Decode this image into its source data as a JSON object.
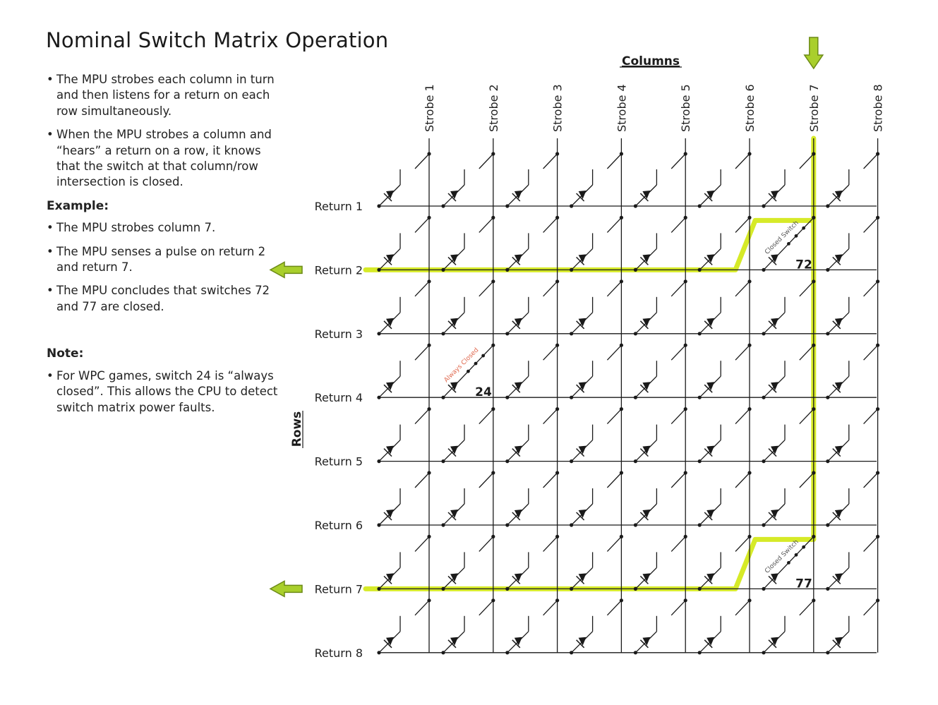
{
  "title": "Nominal Switch Matrix Operation",
  "intro_bullets": [
    "The MPU strobes each column in turn and then listens for a return on each row simultaneously.",
    "When the MPU strobes a column and “hears” a return on a row, it knows that the switch at that column/row intersection is closed."
  ],
  "example": {
    "heading": "Example:",
    "bullets": [
      "The MPU strobes column 7.",
      "The MPU senses a pulse on return 2 and return 7.",
      "The MPU concludes that switches 72 and 77 are closed."
    ]
  },
  "note": {
    "heading": "Note:",
    "bullets": [
      "For WPC games, switch 24 is “always closed”. This allows the CPU to detect switch matrix power faults."
    ]
  },
  "diagram": {
    "columns_label": "Columns",
    "rows_label": "Rows",
    "columns": [
      "Strobe 1",
      "Strobe 2",
      "Strobe 3",
      "Strobe 4",
      "Strobe 5",
      "Strobe 6",
      "Strobe 7",
      "Strobe 8"
    ],
    "rows": [
      "Return 1",
      "Return 2",
      "Return 3",
      "Return 4",
      "Return 5",
      "Return 6",
      "Return 7",
      "Return 8"
    ],
    "strobed_column": 7,
    "sensed_rows": [
      2,
      7
    ],
    "closed_switches": [
      {
        "col": 7,
        "row": 2,
        "number": "72",
        "caption": "Closed Switch"
      },
      {
        "col": 7,
        "row": 7,
        "number": "77",
        "caption": "Closed Switch"
      },
      {
        "col": 2,
        "row": 4,
        "number": "24",
        "caption": "Always Closed"
      }
    ],
    "colors": {
      "highlight": "#d6ea28",
      "arrow_fill": "#a9cf2c",
      "arrow_stroke": "#6c8a16",
      "wire": "#1a1a1a",
      "always_closed_caption": "#e06a50",
      "closed_caption": "#555555"
    }
  }
}
